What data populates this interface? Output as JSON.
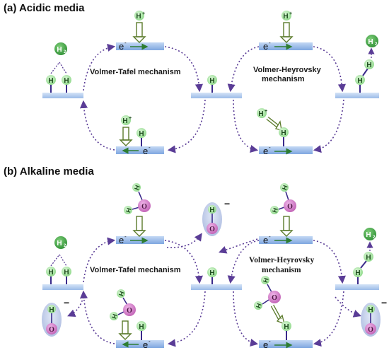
{
  "sections": {
    "acidic": {
      "title": "(a) Acidic media"
    },
    "alkaline": {
      "title": "(b) Alkaline  media"
    }
  },
  "mechanisms": {
    "volmer_tafel": "Volmer-Tafel mechanism",
    "volmer_heyrovsky_line1": "Volmer-Heyrovsky",
    "volmer_heyrovsky_line2": "mechanism"
  },
  "species": {
    "hydrogen": "H",
    "proton": "H",
    "proton_charge": "+",
    "oxygen": "O",
    "electron": "e",
    "electron_charge": "-",
    "h2": "H",
    "h2_subscript": "2",
    "hydroxide_charge": "−"
  },
  "colors": {
    "surface_bar": "#8fb4e8",
    "surface_bar_dark": "#5b8ed6",
    "surface_line": "#9fc0e8",
    "h_atom": "#a8e6a3",
    "h2_molecule": "#4caf50",
    "o_atom": "#d27bc8",
    "hydroxide_bubble": "#b9c6e6",
    "dotted_arrow": "#5a3c96",
    "electron_arrow": "#2e7d32",
    "bond_line": "#3a2a8a"
  }
}
